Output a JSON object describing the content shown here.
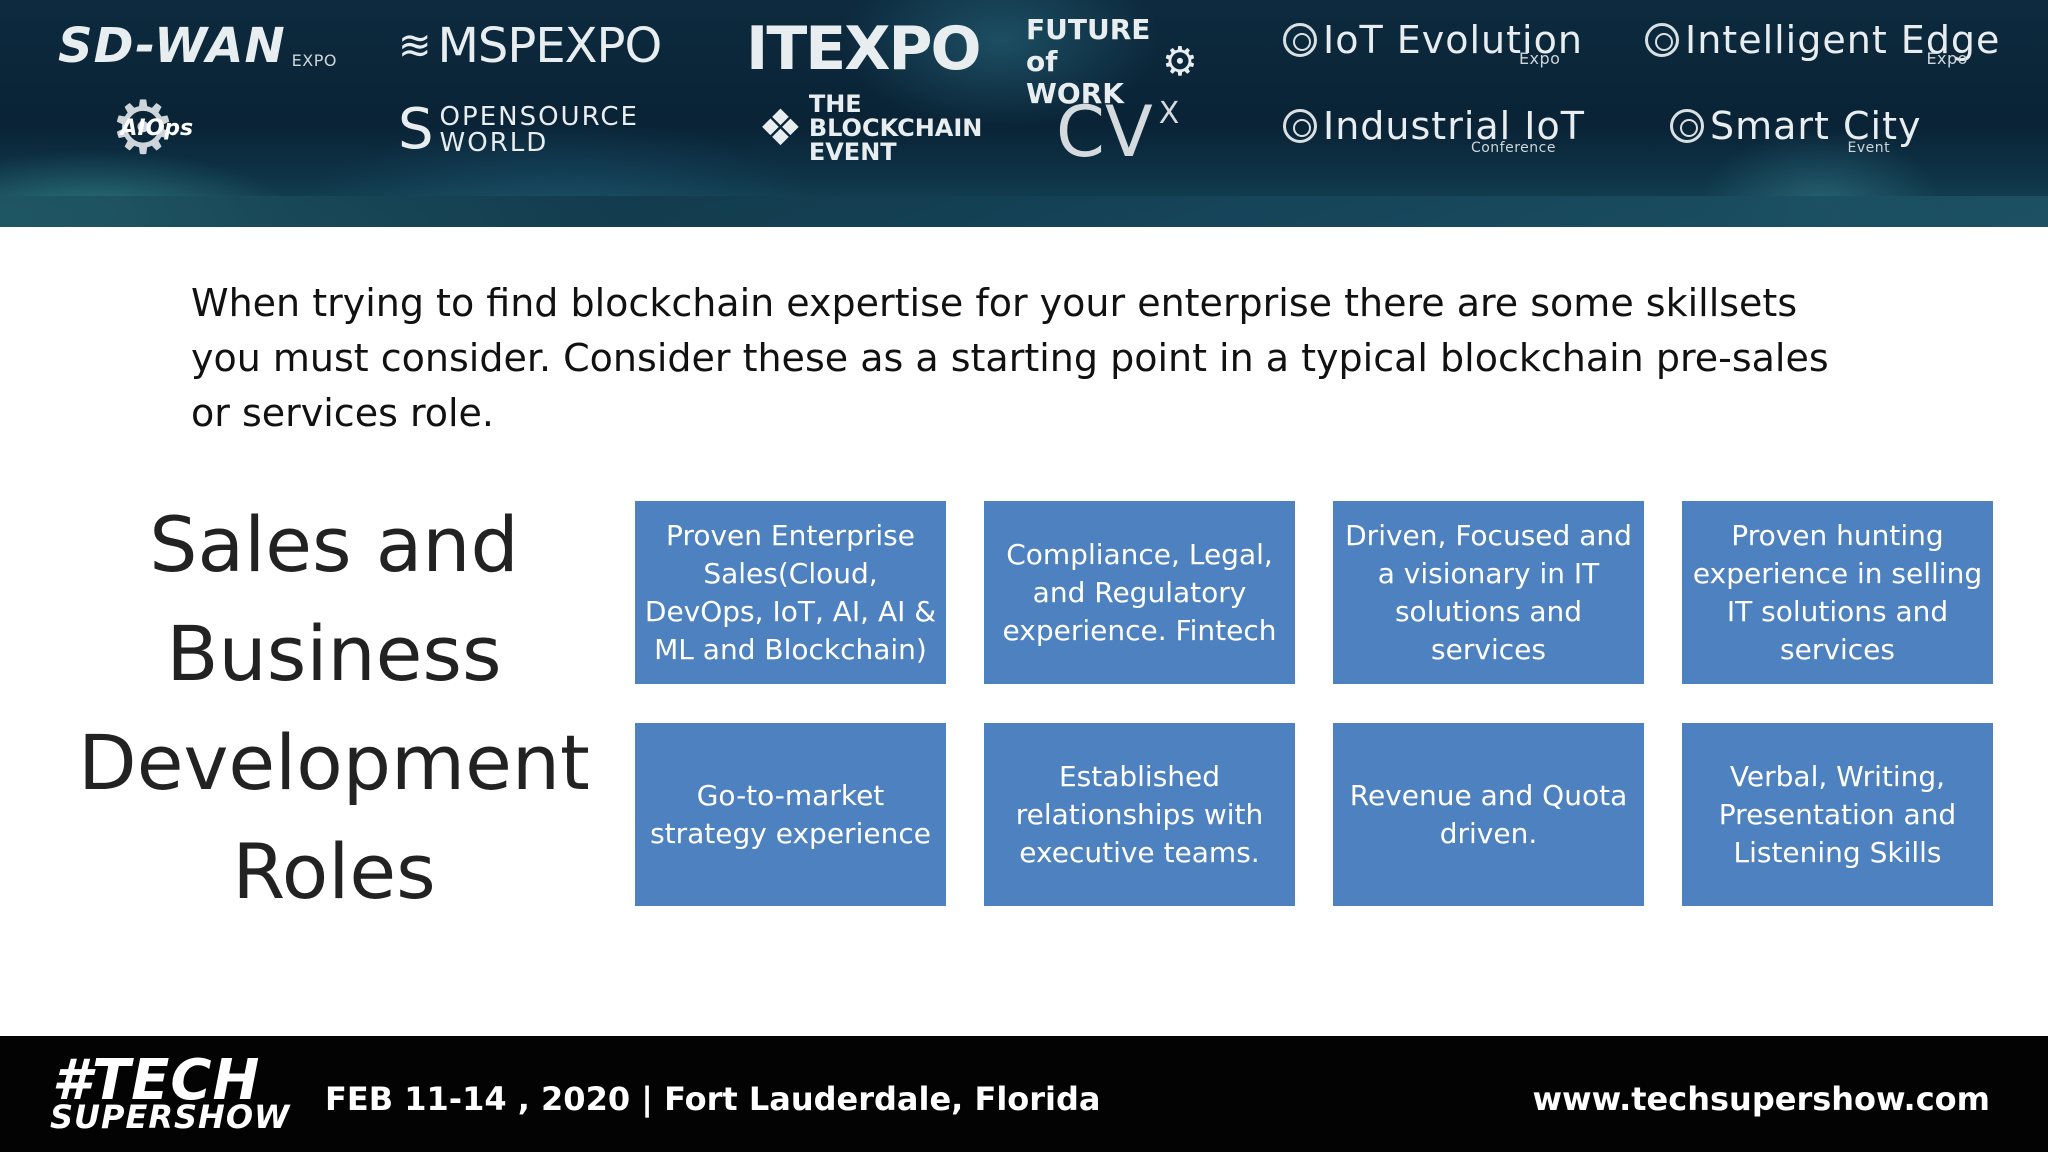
{
  "banner": {
    "logos": [
      {
        "name": "SD-WAN",
        "sub": "EXPO"
      },
      {
        "name": "MSPEXPO",
        "sub": ""
      },
      {
        "name": "ITEXPO",
        "sub": ""
      },
      {
        "name": "FUTURE of WORK",
        "sub": ""
      },
      {
        "name": "IoT Evolution",
        "sub": "Expo"
      },
      {
        "name": "Intelligent Edge",
        "sub": "Expo"
      },
      {
        "name": "AIOps",
        "sub": ""
      },
      {
        "name": "OPENSOURCE WORLD",
        "sub": ""
      },
      {
        "name": "THE BLOCKCHAIN EVENT",
        "sub": ""
      },
      {
        "name": "CV",
        "sub": "X"
      },
      {
        "name": "Industrial IoT",
        "sub": "Conference"
      },
      {
        "name": "Smart City",
        "sub": "Event"
      }
    ]
  },
  "intro": "When trying to find blockchain expertise for your enterprise there are some skillsets you must consider.  Consider these as a starting point in a typical blockchain pre-sales or services role.",
  "heading": "Sales and Business Development Roles",
  "cards": [
    "Proven Enterprise Sales(Cloud, DevOps, IoT, AI, AI & ML and Blockchain)",
    "Compliance, Legal, and Regulatory experience. Fintech",
    "Driven, Focused and a visionary in IT solutions and services",
    "Proven hunting experience in selling IT solutions and services",
    "Go-to-market strategy experience",
    "Established relationships with executive teams.",
    "Revenue and Quota driven.",
    "Verbal, Writing, Presentation and Listening Skills"
  ],
  "footer": {
    "brand_line1": "#TECH",
    "brand_line2": "SUPERSHOW",
    "dates": "FEB 11-14 , 2020 | Fort Lauderdale, Florida",
    "url": "www.techsupershow.com"
  },
  "colors": {
    "card_bg": "#4e81bf",
    "banner_bg": "#0c2639",
    "footer_bg": "#030303"
  }
}
